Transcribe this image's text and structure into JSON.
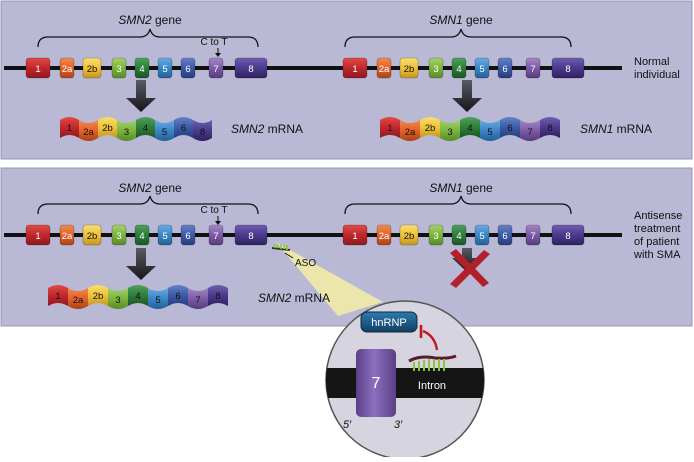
{
  "top_panel": {
    "smn2_gene_prefix": "SMN2",
    "smn2_gene_suffix": " gene",
    "smn1_gene_prefix": "SMN1",
    "smn1_gene_suffix": " gene",
    "c_to_t": "C to T",
    "side_label_line1": "Normal",
    "side_label_line2": "individual",
    "smn2_mrna_prefix": "SMN2",
    "smn2_mrna_suffix": " mRNA",
    "smn1_mrna_prefix": "SMN1",
    "smn1_mrna_suffix": " mRNA",
    "smn2_exons": [
      "1",
      "2a",
      "2b",
      "3",
      "4",
      "5",
      "6",
      "7",
      "8"
    ],
    "smn1_exons": [
      "1",
      "2a",
      "2b",
      "3",
      "4",
      "5",
      "6",
      "7",
      "8"
    ],
    "smn2_mrna_exons": [
      "1",
      "2a",
      "2b",
      "3",
      "4",
      "5",
      "6",
      "8"
    ],
    "smn1_mrna_exons": [
      "1",
      "2a",
      "2b",
      "3",
      "4",
      "5",
      "6",
      "7",
      "8"
    ]
  },
  "bottom_panel": {
    "smn2_gene_prefix": "SMN2",
    "smn2_gene_suffix": " gene",
    "smn1_gene_prefix": "SMN1",
    "smn1_gene_suffix": " gene",
    "c_to_t": "C to T",
    "aso_label": "ASO",
    "side_label_line1": "Antisense",
    "side_label_line2": "treatment",
    "side_label_line3": "of patient",
    "side_label_line4": "with SMA",
    "smn2_mrna_prefix": "SMN2",
    "smn2_mrna_suffix": " mRNA",
    "smn2_exons": [
      "1",
      "2a",
      "2b",
      "3",
      "4",
      "5",
      "6",
      "7",
      "8"
    ],
    "smn1_exons": [
      "1",
      "2a",
      "2b",
      "3",
      "4",
      "5",
      "6",
      "7",
      "8"
    ],
    "smn2_mrna_exons": [
      "1",
      "2a",
      "2b",
      "3",
      "4",
      "5",
      "6",
      "7",
      "8"
    ]
  },
  "zoom": {
    "hnrnp_label": "hnRNP",
    "exon_label": "7",
    "intron_label": "Intron",
    "five_prime": "5′",
    "three_prime": "3′"
  },
  "colors": {
    "panel_bg": "#b9b8d5",
    "exon_1": "#c0272d",
    "exon_2a": "#e2622a",
    "exon_2b": "#f0c23b",
    "exon_3": "#7db540",
    "exon_4": "#2e7d3a",
    "exon_5": "#3b86c6",
    "exon_6": "#3d5aa8",
    "exon_7": "#7d5ba6",
    "exon_8": "#4b3a8c",
    "zoom_cone": "#f3eda5",
    "hnrnp": "#1d5d8a",
    "inhibit_arrow": "#c4161c",
    "red_x": "#b3202a"
  }
}
